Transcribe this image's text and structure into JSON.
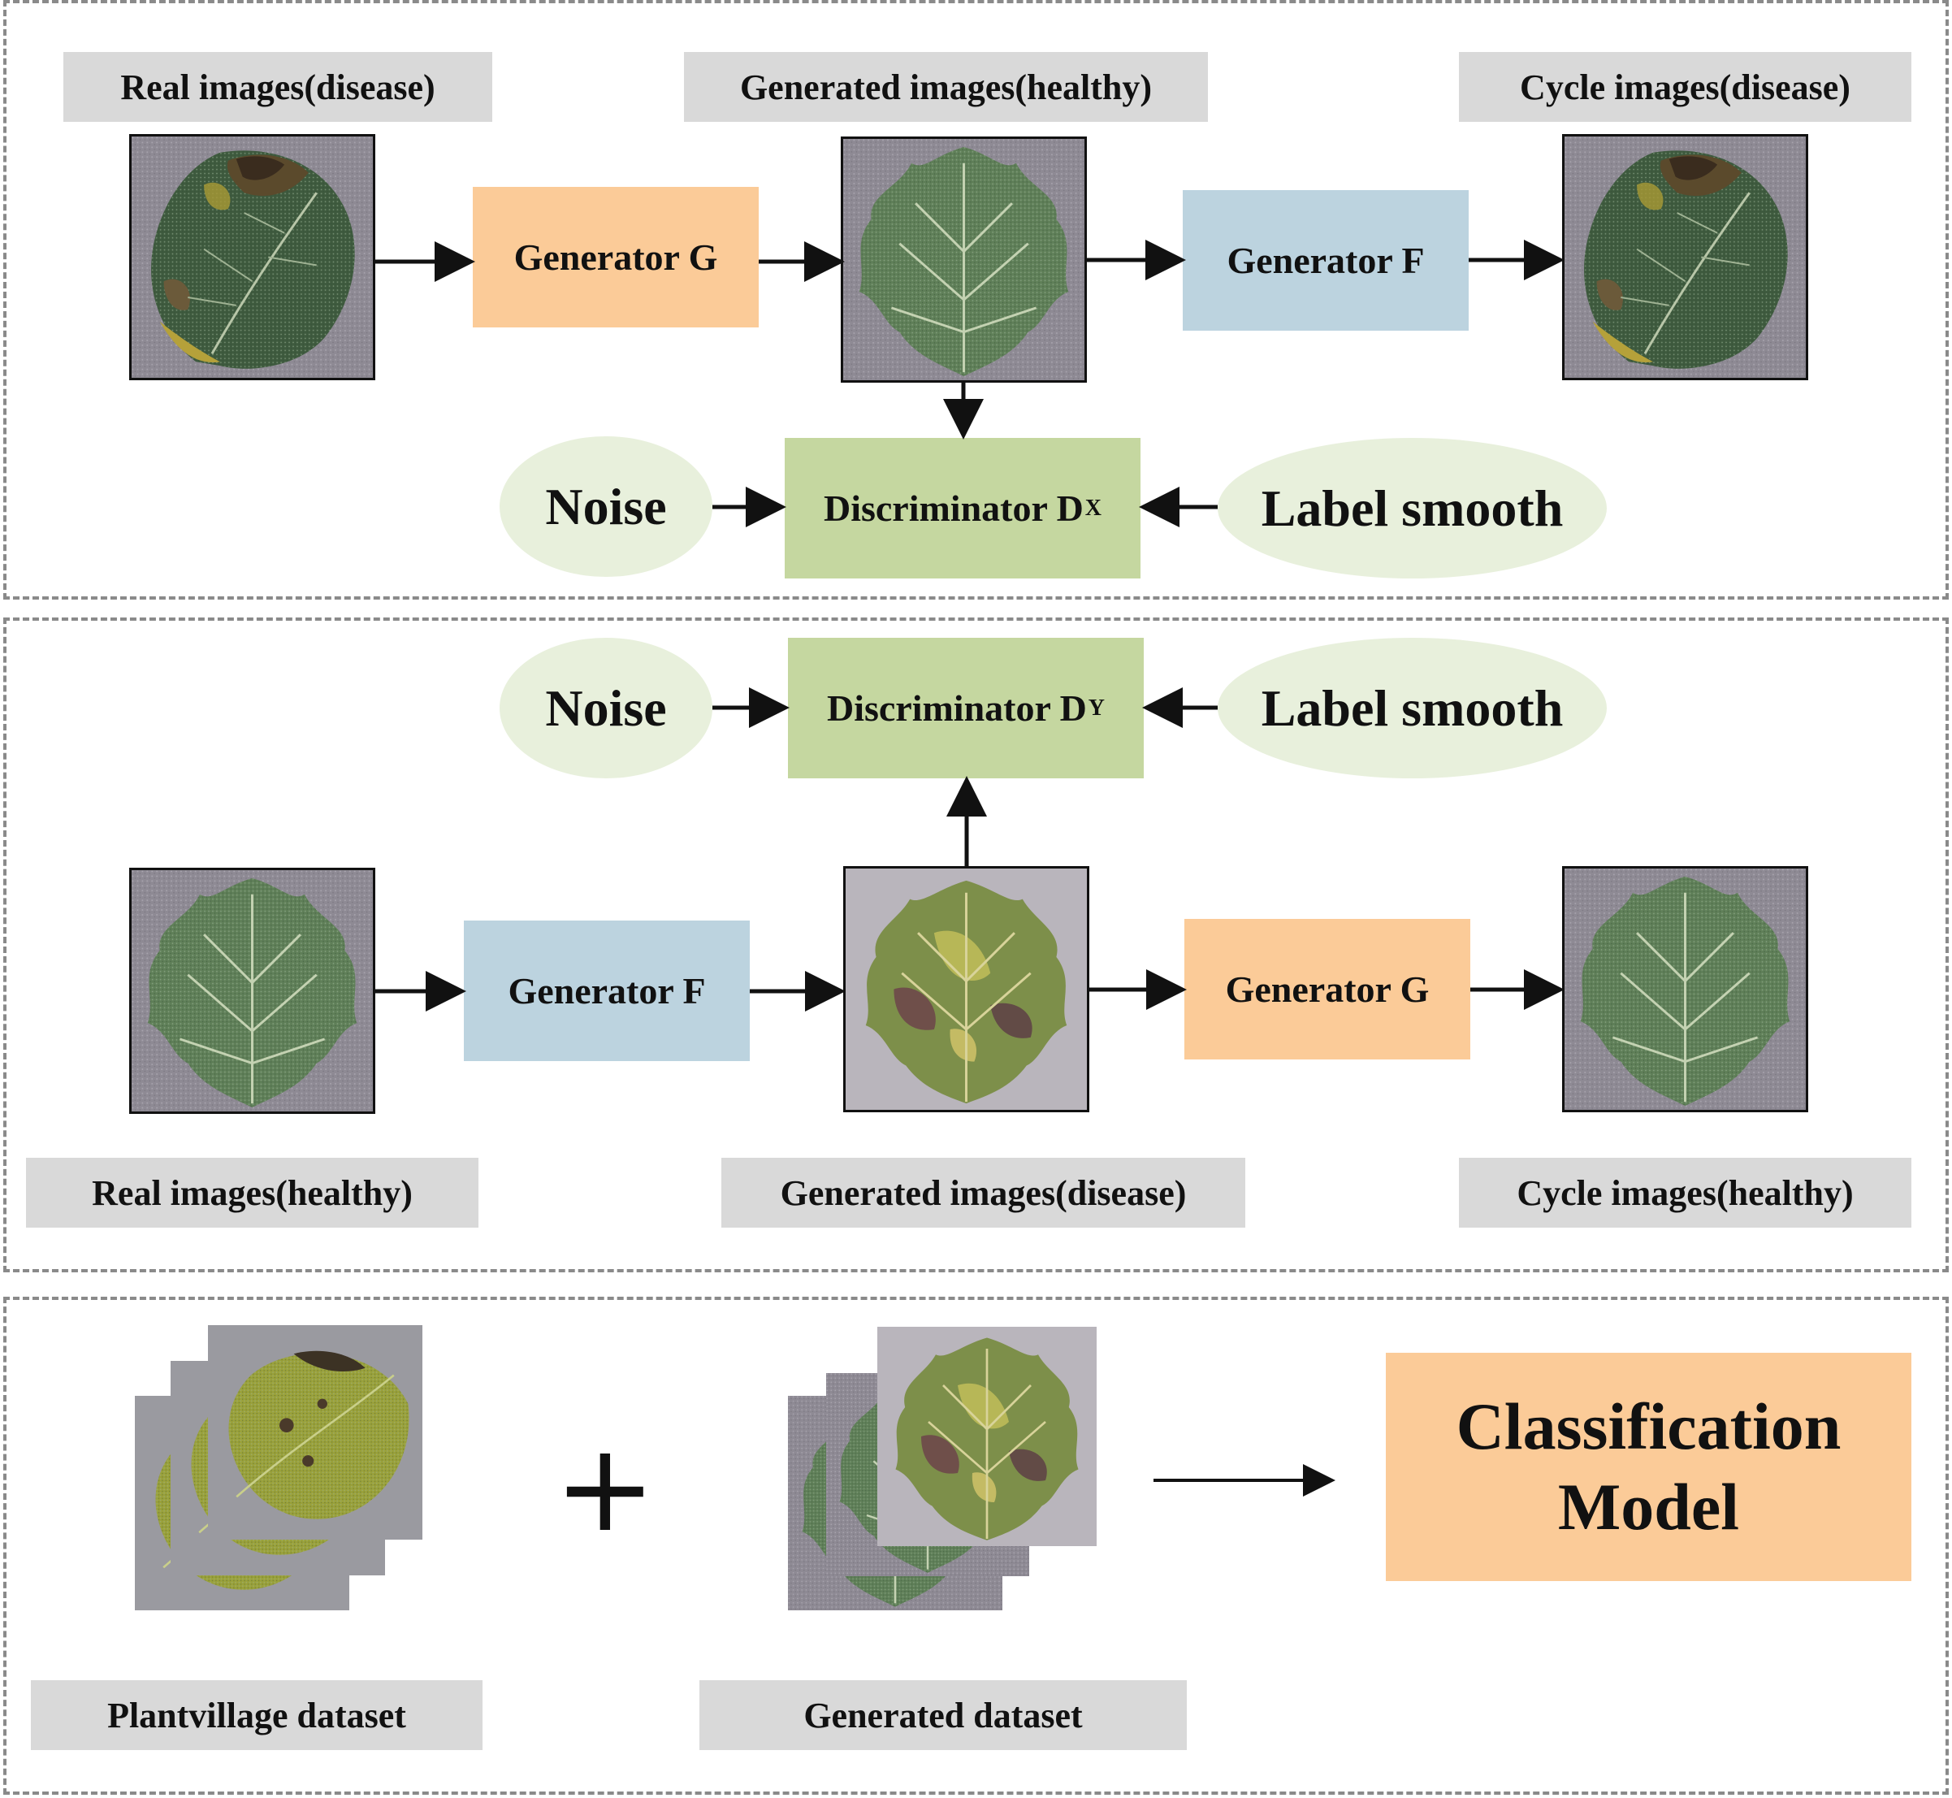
{
  "top": {
    "real_tag": "Real images(disease)",
    "generated_tag": "Generated images(healthy)",
    "cycle_tag": "Cycle images(disease)",
    "generator_g": "Generator G",
    "generator_f": "Generator F",
    "noise": "Noise",
    "discriminator": "Discriminator D",
    "discriminator_sub": "X",
    "label_smooth": "Label smooth"
  },
  "middle": {
    "noise": "Noise",
    "discriminator": "Discriminator D",
    "discriminator_sub": "Y",
    "label_smooth": "Label smooth",
    "generator_f": "Generator F",
    "generator_g": "Generator G",
    "real_tag": "Real images(healthy)",
    "generated_tag": "Generated images(disease)",
    "cycle_tag": "Cycle images(healthy)"
  },
  "bottom": {
    "plus": "+",
    "classification_line1": "Classification",
    "classification_line2": "Model",
    "plantvillage_tag": "Plantvillage dataset",
    "generated_tag": "Generated dataset"
  },
  "colors": {
    "generator_g": "#fbcb98",
    "generator_f": "#bcd3df",
    "discriminator": "#c5d7a0",
    "ellipse": "#e8f0dc",
    "tag": "#d9d9d9"
  }
}
